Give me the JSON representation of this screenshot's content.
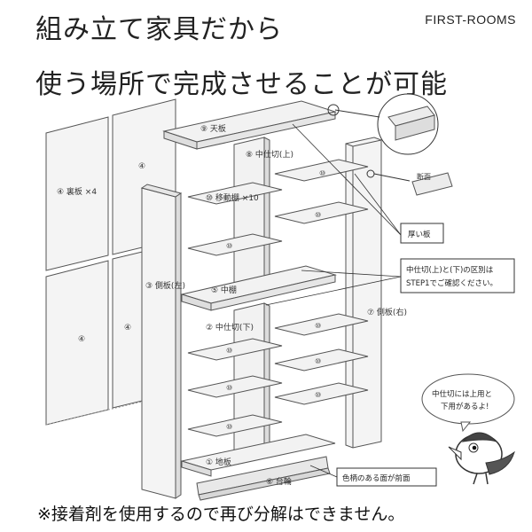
{
  "brand": "FIRST-ROOMS",
  "headline_1": "組み立て家具だから",
  "headline_2": "使う場所で完成させることが可能",
  "footer_note": "※接着剤を使用するので再び分解はできません。",
  "parts": {
    "top_board": "⑨ 天板",
    "upper_divider": "⑧ 中仕切(上)",
    "back_board": "④ 裏板 ×4",
    "back_num": "④",
    "movable_shelf": "⑩ 移動棚 ×10",
    "shelf_num": "⑩",
    "left_side": "③ 側板(左)",
    "middle_shelf": "⑤ 中棚",
    "lower_divider": "② 中仕切(下)",
    "right_side": "⑦ 側板(右)",
    "bottom_board": "① 地板",
    "base": "⑥ 台輪"
  },
  "callouts": {
    "cross_section": "断面",
    "thick_board": "厚い板",
    "divider_note_1": "中仕切(上)と(下)の区別は",
    "divider_note_2": "STEP1でご確認ください。",
    "colored_face": "色柄のある面が前面"
  },
  "bird_bubble": {
    "line1": "中仕切には上用と",
    "line2": "下用があるよ!"
  }
}
